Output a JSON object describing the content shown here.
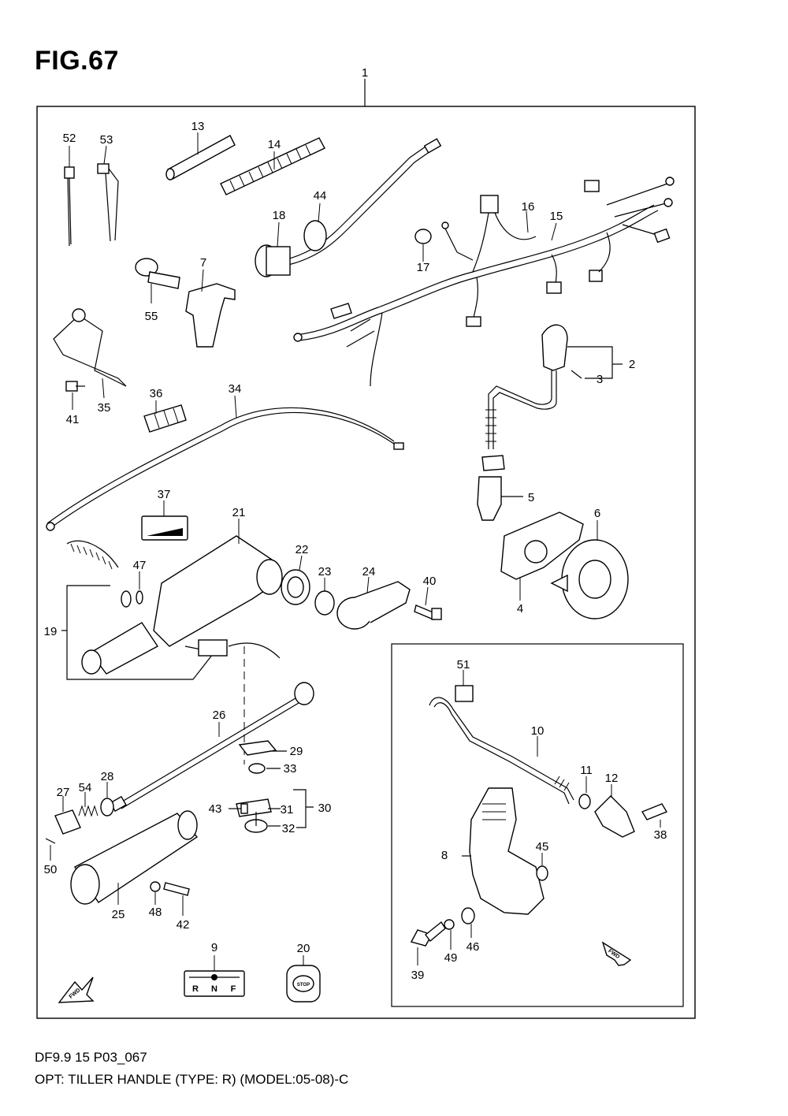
{
  "figure": {
    "title": "FIG.67",
    "footer_line1": "DF9.9 15 P03_067",
    "footer_line2": "OPT: TILLER HANDLE (TYPE: R) (MODEL:05-08)-C"
  },
  "callouts": {
    "n1": "1",
    "n2": "2",
    "n3": "3",
    "n4": "4",
    "n5": "5",
    "n6": "6",
    "n7": "7",
    "n8": "8",
    "n9": "9",
    "n10": "10",
    "n11": "11",
    "n12": "12",
    "n13": "13",
    "n14": "14",
    "n15": "15",
    "n16": "16",
    "n17": "17",
    "n18": "18",
    "n19": "19",
    "n20": "20",
    "n21": "21",
    "n22": "22",
    "n23": "23",
    "n24": "24",
    "n25": "25",
    "n26": "26",
    "n27": "27",
    "n28": "28",
    "n29": "29",
    "n30": "30",
    "n31": "31",
    "n32": "32",
    "n33": "33",
    "n34": "34",
    "n35": "35",
    "n36": "36",
    "n37": "37",
    "n38": "38",
    "n39": "39",
    "n40": "40",
    "n41": "41",
    "n42": "42",
    "n43": "43",
    "n44": "44",
    "n45": "45",
    "n46": "46",
    "n47": "47",
    "n48": "48",
    "n49": "49",
    "n50": "50",
    "n51": "51",
    "n52": "52",
    "n53": "53",
    "n54": "54",
    "n55": "55"
  },
  "decals": {
    "shift_r": "R",
    "shift_n": "N",
    "shift_f": "F",
    "stop": "STOP",
    "fwd": "FWD"
  }
}
